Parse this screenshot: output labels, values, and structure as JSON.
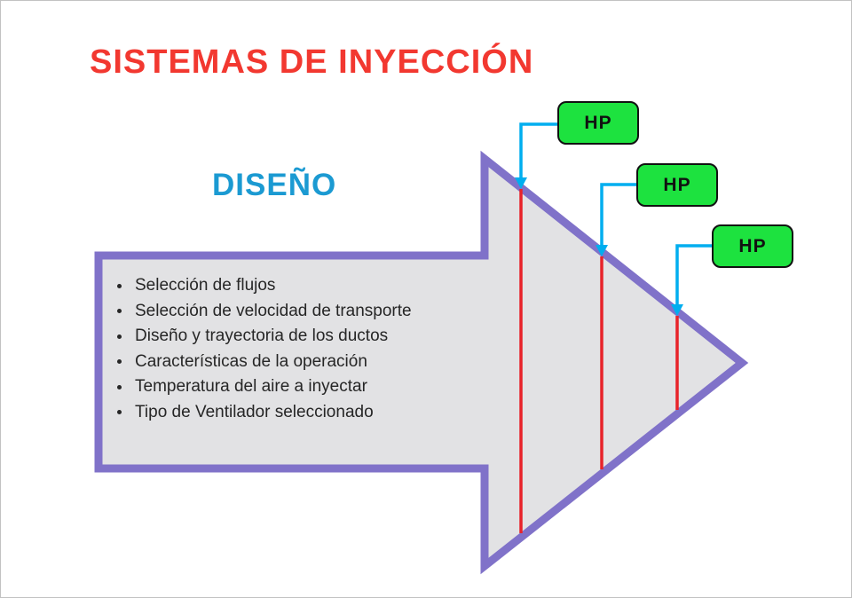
{
  "page": {
    "title": "SISTEMAS DE INYECCIÓN",
    "subtitle": "DISEÑO"
  },
  "arrow": {
    "items": [
      "Selección de flujos",
      "Selección de velocidad de transporte",
      "Diseño y trayectoria de los ductos",
      "Características de la operación",
      "Temperatura del aire a inyectar",
      "Tipo de Ventilador seleccionado"
    ]
  },
  "hp_boxes": [
    {
      "label": "HP"
    },
    {
      "label": "HP"
    },
    {
      "label": "HP"
    }
  ],
  "colors": {
    "title_red": "#f23830",
    "subtitle_blue": "#1b9ad2",
    "arrow_fill": "#e2e2e4",
    "arrow_border": "#8072c9",
    "hp_green": "#1de23f",
    "hp_border": "#111111",
    "connector_cyan": "#00aeef",
    "marker_red": "#e8232a",
    "list_text": "#262626"
  }
}
